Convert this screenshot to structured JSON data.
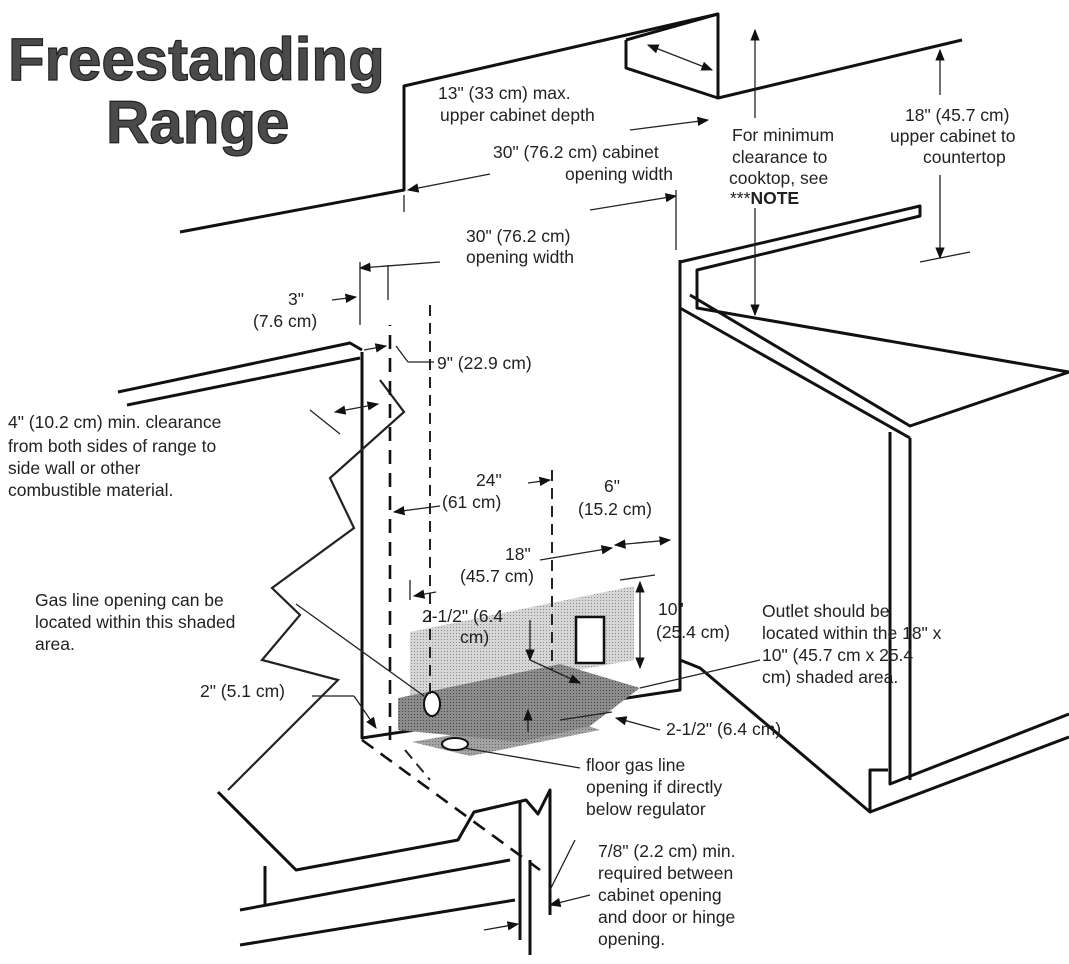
{
  "title": {
    "line1": "Freestanding",
    "line2": "Range"
  },
  "labels": {
    "upper_depth": [
      "13\" (33 cm) max.",
      "upper cabinet depth"
    ],
    "cabinet_width": [
      "30\" (76.2 cm) cabinet",
      "opening width"
    ],
    "min_clearance": [
      "For minimum",
      "clearance to",
      "cooktop, see",
      "***",
      "NOTE"
    ],
    "upper_to_counter": [
      "18\" (45.7 cm)",
      "upper cabinet to",
      "countertop"
    ],
    "opening_width": [
      "30\" (76.2 cm)",
      "opening width"
    ],
    "three_in": [
      "3\"",
      "(7.6 cm)"
    ],
    "nine_in": "9\" (22.9 cm)",
    "side_clearance": [
      "4\" (10.2 cm) min. clearance",
      "from both sides of range to",
      "side wall or other",
      "combustible material."
    ],
    "twentyfour": [
      "24\"",
      "(61 cm)"
    ],
    "six_in": [
      "6\"",
      "(15.2 cm)"
    ],
    "eighteen": [
      "18\"",
      "(45.7 cm)"
    ],
    "gas_opening": [
      "Gas line opening can be",
      "located within this shaded",
      "area."
    ],
    "two_half_top": [
      "2-1/2\" (6.4",
      "cm)"
    ],
    "ten_in": [
      "10\"",
      "(25.4 cm)"
    ],
    "outlet": [
      "Outlet should be",
      "located within the 18\" x",
      "10\" (45.7 cm x 25.4",
      "cm) shaded area."
    ],
    "two_in": "2\" (5.1 cm)",
    "two_half_right": "2-1/2\" (6.4 cm)",
    "floor_gas": [
      "floor gas line",
      "opening if directly",
      "below regulator"
    ],
    "seven_eighths": [
      "7/8\" (2.2 cm) min.",
      "required between",
      "cabinet opening",
      "and door or hinge",
      "opening."
    ]
  }
}
